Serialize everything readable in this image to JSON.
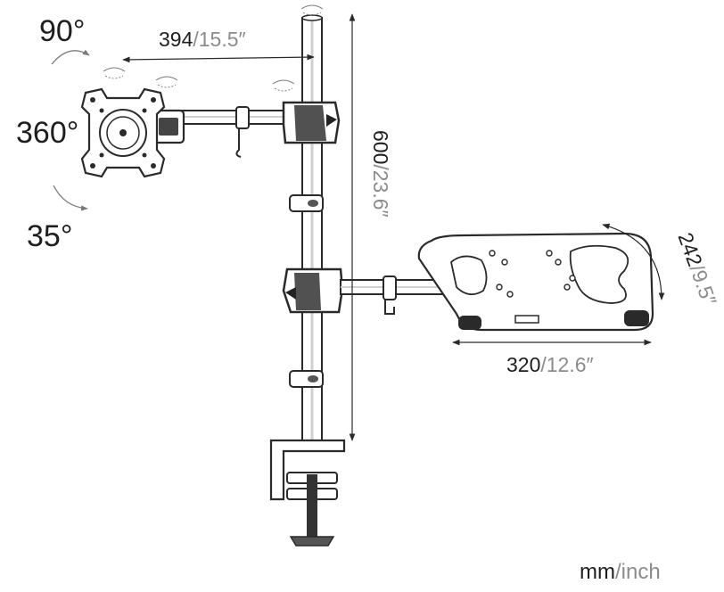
{
  "angles": {
    "tilt": "90°",
    "rotation": "360°",
    "swivel": "35°"
  },
  "dimensions": {
    "arm_length": {
      "mm": "394",
      "sep": "/",
      "inch": "15.5″"
    },
    "pole_height": {
      "mm": "600",
      "sep": "/",
      "inch": "23.6″"
    },
    "tray_depth": {
      "mm": "242",
      "sep": "/",
      "inch": "9.5″"
    },
    "tray_width": {
      "mm": "320",
      "sep": "/",
      "inch": "12.6″"
    }
  },
  "units": {
    "metric": "mm",
    "sep": "/",
    "imperial": "inch"
  },
  "colors": {
    "ink": "#1e1e1e",
    "secondary": "#8c8c8c",
    "line": "#2a2a2a"
  }
}
